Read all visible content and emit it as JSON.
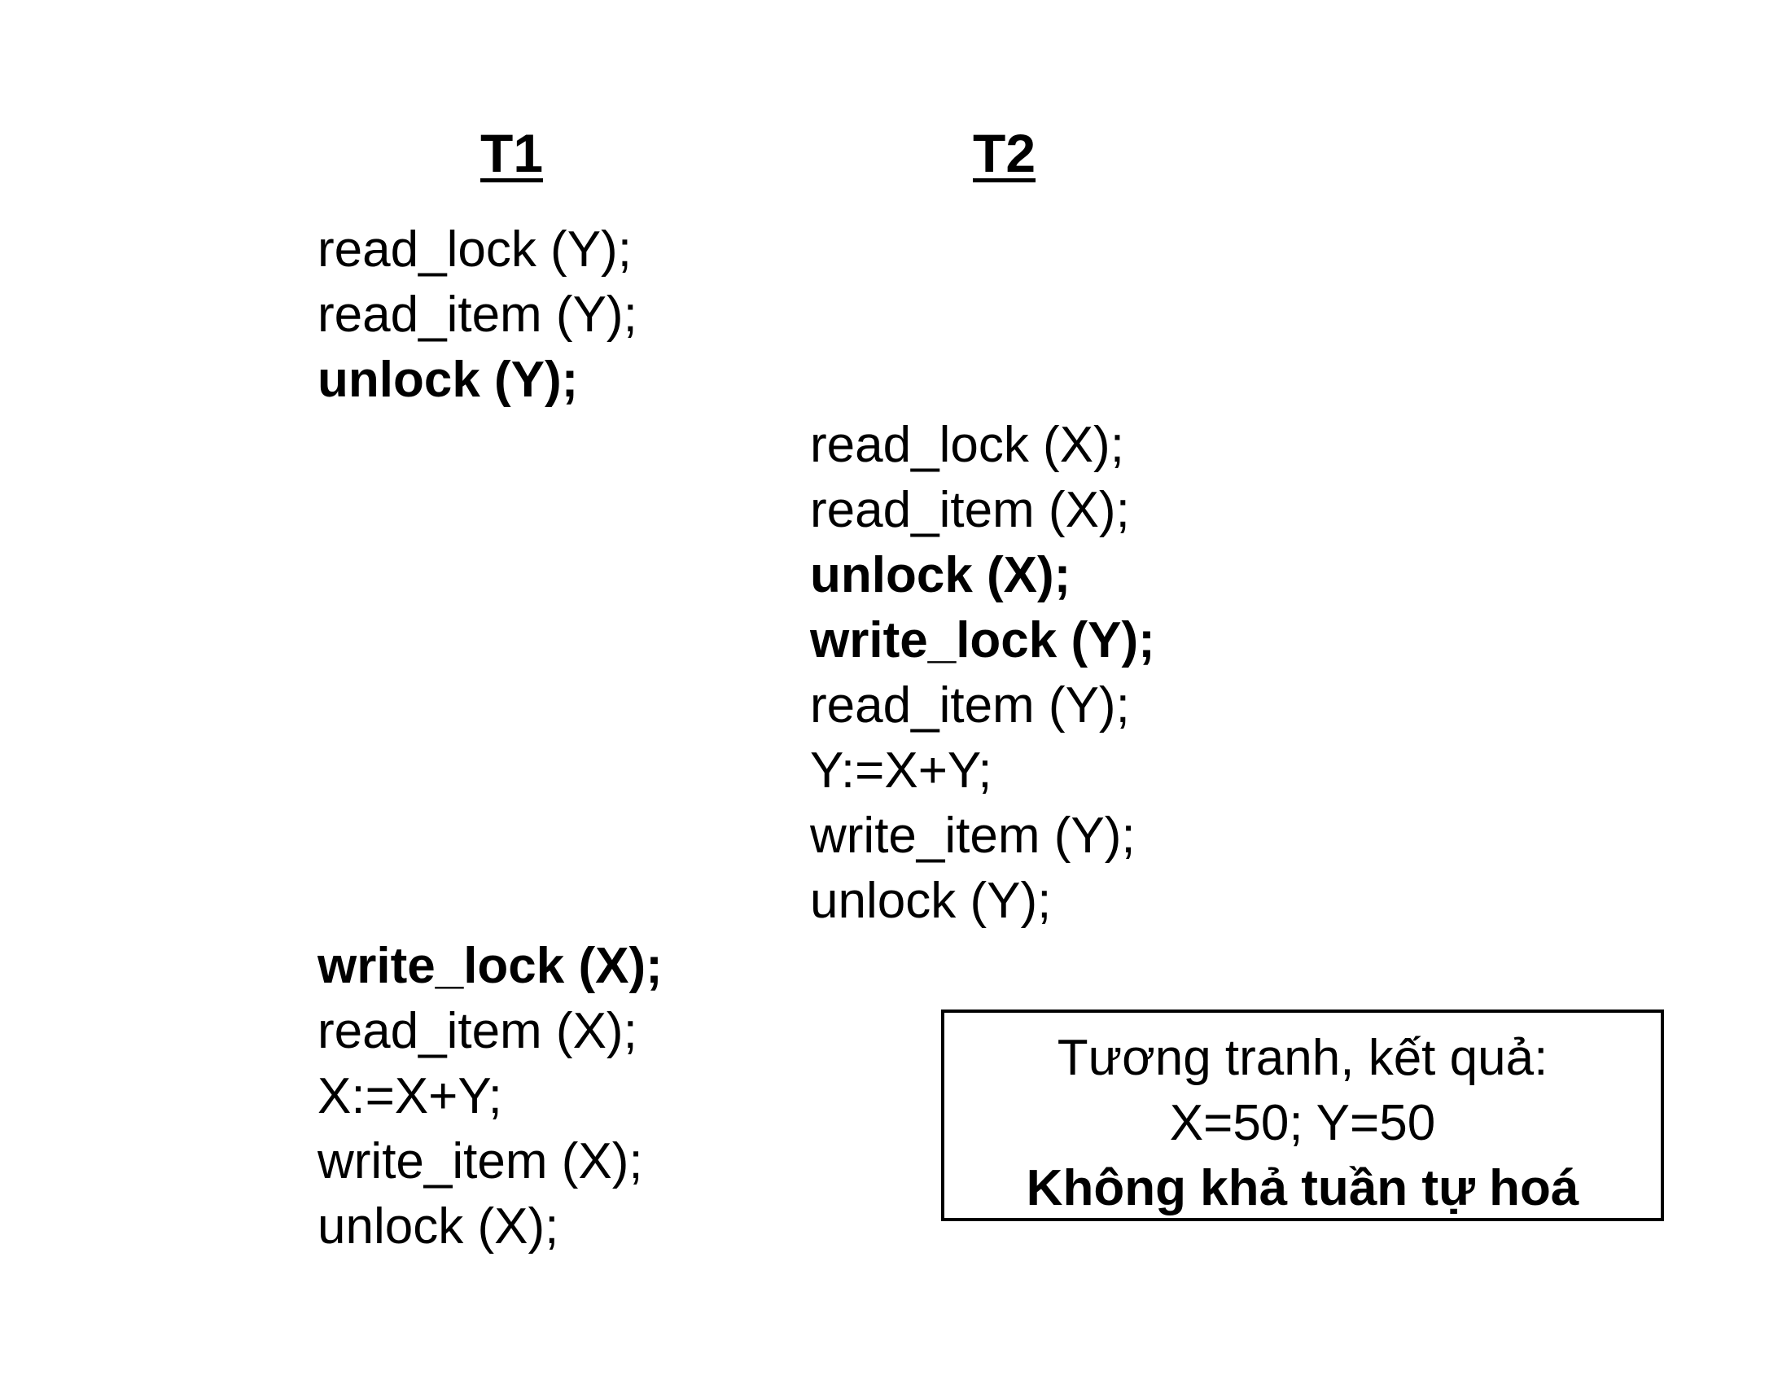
{
  "headers": {
    "t1": "T1",
    "t2": "T2"
  },
  "t1_block1": [
    {
      "text": "read_lock (Y);",
      "bold": false
    },
    {
      "text": "read_item (Y);",
      "bold": false
    },
    {
      "text": "unlock (Y);",
      "bold": true
    }
  ],
  "t2_block": [
    {
      "text": "read_lock (X);",
      "bold": false
    },
    {
      "text": "read_item (X);",
      "bold": false
    },
    {
      "text": "unlock (X);",
      "bold": true
    },
    {
      "text": "write_lock (Y);",
      "bold": true
    },
    {
      "text": "read_item (Y);",
      "bold": false
    },
    {
      "text": "Y:=X+Y;",
      "bold": false
    },
    {
      "text": "write_item (Y);",
      "bold": false
    },
    {
      "text": "unlock (Y);",
      "bold": false
    }
  ],
  "t1_block2": [
    {
      "text": "write_lock (X);",
      "bold": true
    },
    {
      "text": "read_item (X);",
      "bold": false
    },
    {
      "text": "X:=X+Y;",
      "bold": false
    },
    {
      "text": "write_item (X);",
      "bold": false
    },
    {
      "text": "unlock (X);",
      "bold": false
    }
  ],
  "result": {
    "line1": "Tương tranh, kết quả:",
    "line2": "X=50; Y=50",
    "line3": "Không khả tuần tự hoá"
  }
}
